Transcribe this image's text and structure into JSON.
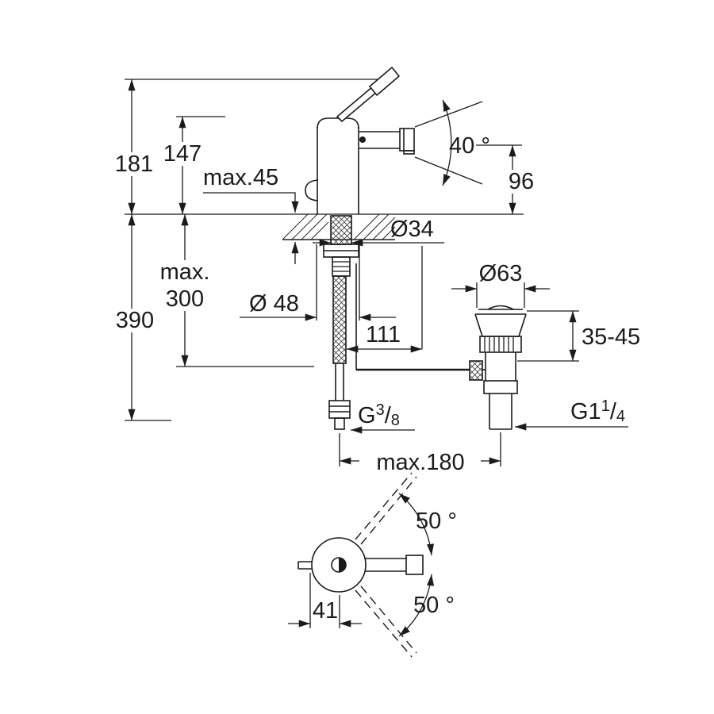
{
  "drawing": {
    "background": "#ffffff",
    "ink": "#1b1b1b",
    "type": "bidet-faucet-installation-dimensions"
  },
  "dimensions": {
    "total_height": "181",
    "body_height": "147",
    "max_deck_thickness": "max.45",
    "swivel_angle": "40 °",
    "spout_height": "96",
    "total_depth": "390",
    "max_hose_line1": "max.",
    "max_hose_line2": "300",
    "shank_diameter": "Ø34",
    "body_diameter": "Ø 48",
    "spout_reach": "111",
    "drain_flange_diameter": "Ø63",
    "drain_height_range": "35-45",
    "supply_thread": {
      "base": "G",
      "sup": "3",
      "slash": "/",
      "sub": "8"
    },
    "drain_thread": {
      "base": "G1",
      "sup": "1",
      "slash": "/",
      "sub": "4"
    },
    "max_spread": "max.180",
    "handle_swing_upper": "50 °",
    "handle_swing_lower": "50 °",
    "handle_offset": "41"
  }
}
